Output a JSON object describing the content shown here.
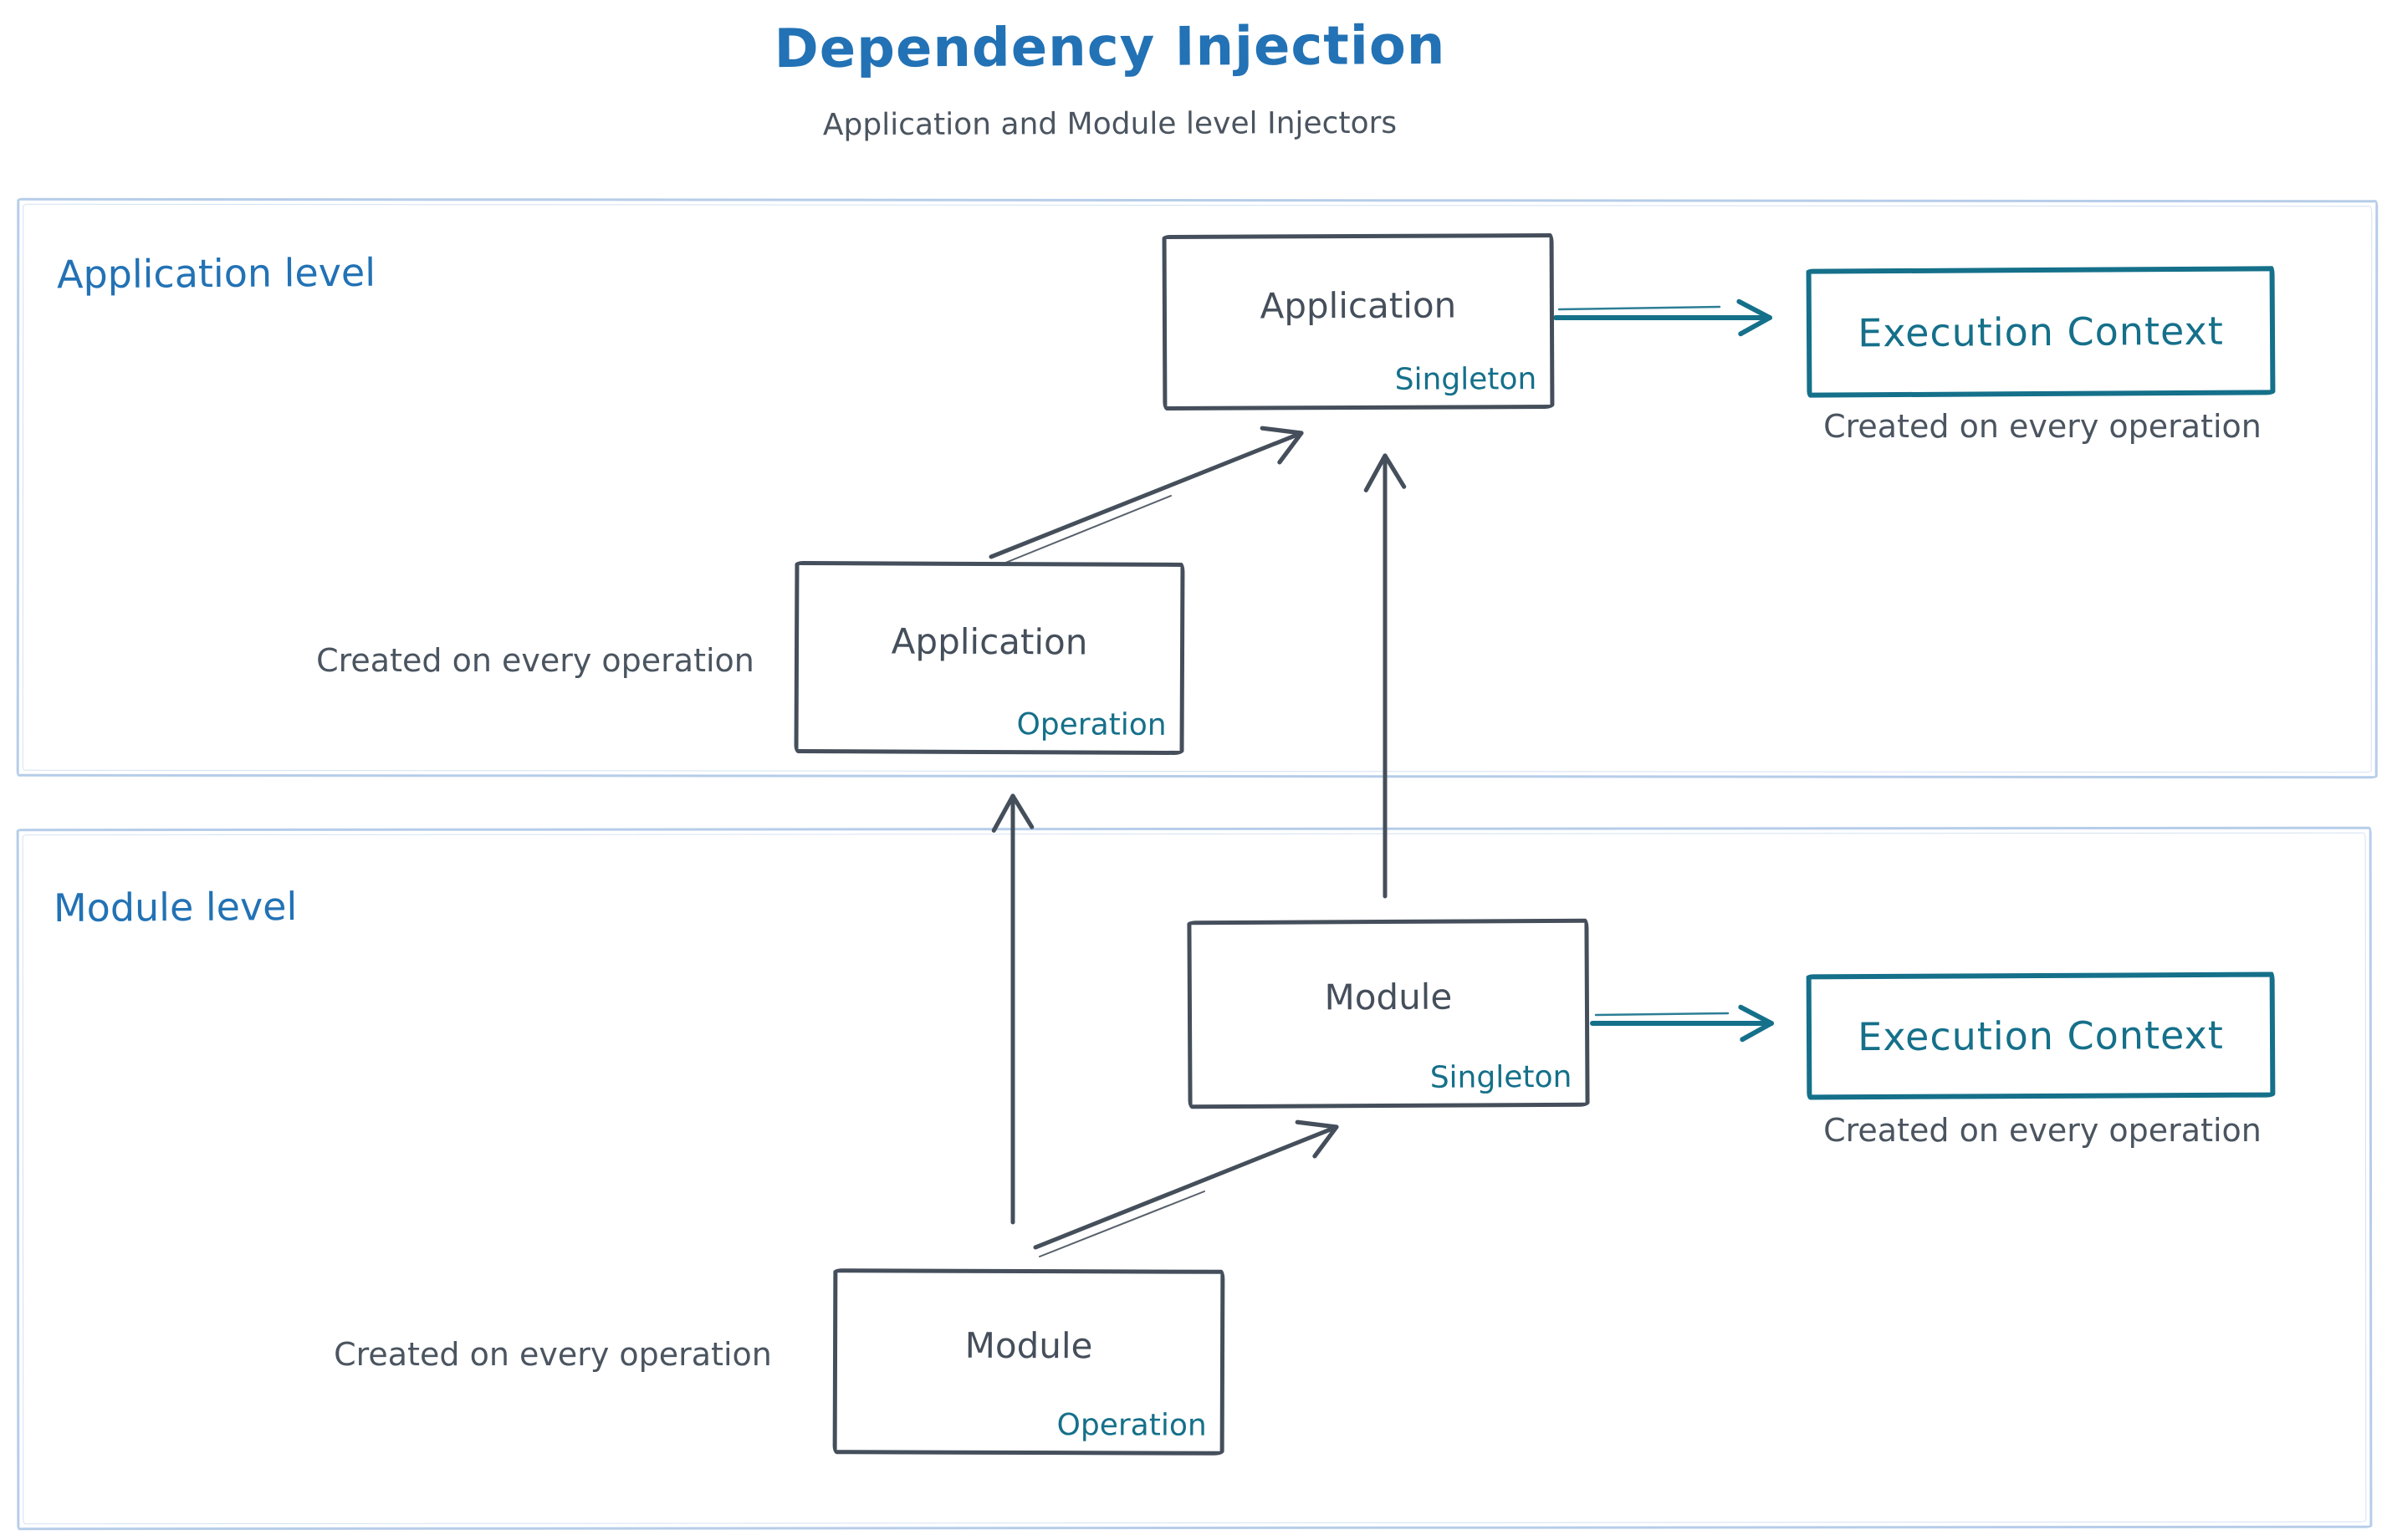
{
  "colors": {
    "blue": "#2272b5",
    "teal": "#15708a",
    "ink": "#454f5b",
    "caption": "#4b5560",
    "frame": "#b6cde9"
  },
  "title": "Dependency Injection",
  "subtitle": "Application and Module level Injectors",
  "app": {
    "label": "Application level",
    "singleton": {
      "name": "Application",
      "scope": "Singleton"
    },
    "operation": {
      "name": "Application",
      "scope": "Operation"
    },
    "operation_caption": "Created on every operation",
    "execution_context": {
      "label": "Execution Context",
      "caption": "Created on every operation"
    }
  },
  "mod": {
    "label": "Module level",
    "singleton": {
      "name": "Module",
      "scope": "Singleton"
    },
    "operation": {
      "name": "Module",
      "scope": "Operation"
    },
    "operation_caption": "Created on every operation",
    "execution_context": {
      "label": "Execution Context",
      "caption": "Created on every operation"
    }
  }
}
